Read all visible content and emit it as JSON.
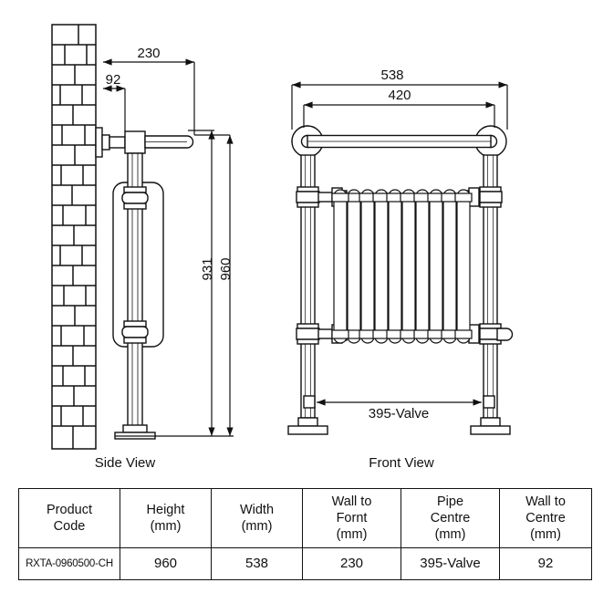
{
  "drawing": {
    "title_side": "Side View",
    "title_front": "Front View",
    "side_dimensions": [
      {
        "name": "wall-to-front",
        "value": "230",
        "unit": "mm",
        "orientation": "horizontal"
      },
      {
        "name": "wall-to-centre",
        "value": "92",
        "unit": "mm",
        "orientation": "horizontal"
      },
      {
        "name": "rail-height",
        "value": "931",
        "unit": "mm",
        "orientation": "vertical"
      },
      {
        "name": "overall-height",
        "value": "960",
        "unit": "mm",
        "orientation": "vertical"
      }
    ],
    "front_dimensions": [
      {
        "name": "overall-width",
        "value": "538",
        "unit": "mm",
        "orientation": "horizontal"
      },
      {
        "name": "rail-width",
        "value": "420",
        "unit": "mm",
        "orientation": "horizontal"
      },
      {
        "name": "valve-centres",
        "value": "395-Valve",
        "unit": "mm",
        "orientation": "horizontal"
      }
    ],
    "labels": {
      "d230": "230",
      "d92": "92",
      "d931": "931",
      "d960": "960",
      "d538": "538",
      "d420": "420",
      "d395": "395-Valve"
    },
    "colors": {
      "line": "#111111",
      "background": "#ffffff",
      "fill": "#ffffff"
    },
    "radiator_fin_count": 10
  },
  "table": {
    "headers": [
      "Product\nCode",
      "Height\n(mm)",
      "Width\n(mm)",
      "Wall to\nFornt\n(mm)",
      "Pipe\nCentre\n(mm)",
      "Wall to\nCentre\n(mm)"
    ],
    "header_lines": {
      "c1_l1": "Product",
      "c1_l2": "Code",
      "c2_l1": "Height",
      "c2_l2": "(mm)",
      "c3_l1": "Width",
      "c3_l2": "(mm)",
      "c4_l1": "Wall to",
      "c4_l2": "Fornt",
      "c4_l3": "(mm)",
      "c5_l1": "Pipe",
      "c5_l2": "Centre",
      "c5_l3": "(mm)",
      "c6_l1": "Wall to",
      "c6_l2": "Centre",
      "c6_l3": "(mm)"
    },
    "rows": [
      {
        "product_code": "RXTA-0960500-CH",
        "height": "960",
        "width": "538",
        "wall_to_front": "230",
        "pipe_centre": "395-Valve",
        "wall_to_centre": "92"
      }
    ]
  }
}
